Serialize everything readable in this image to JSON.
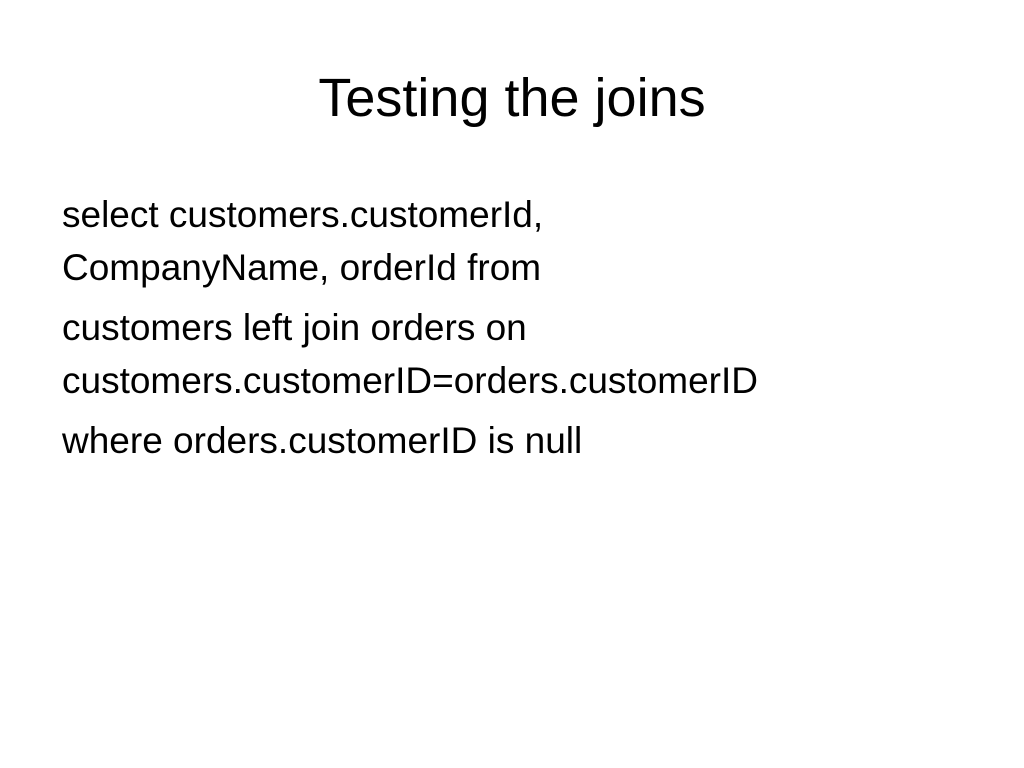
{
  "slide": {
    "title": "Testing the joins",
    "paragraphs": [
      {
        "lines": [
          "select customers.customerId,",
          "CompanyName, orderId from"
        ]
      },
      {
        "lines": [
          "customers left join orders on",
          "customers.customerID=orders.customerID"
        ]
      },
      {
        "lines": [
          "where orders.customerID is null"
        ]
      }
    ]
  }
}
